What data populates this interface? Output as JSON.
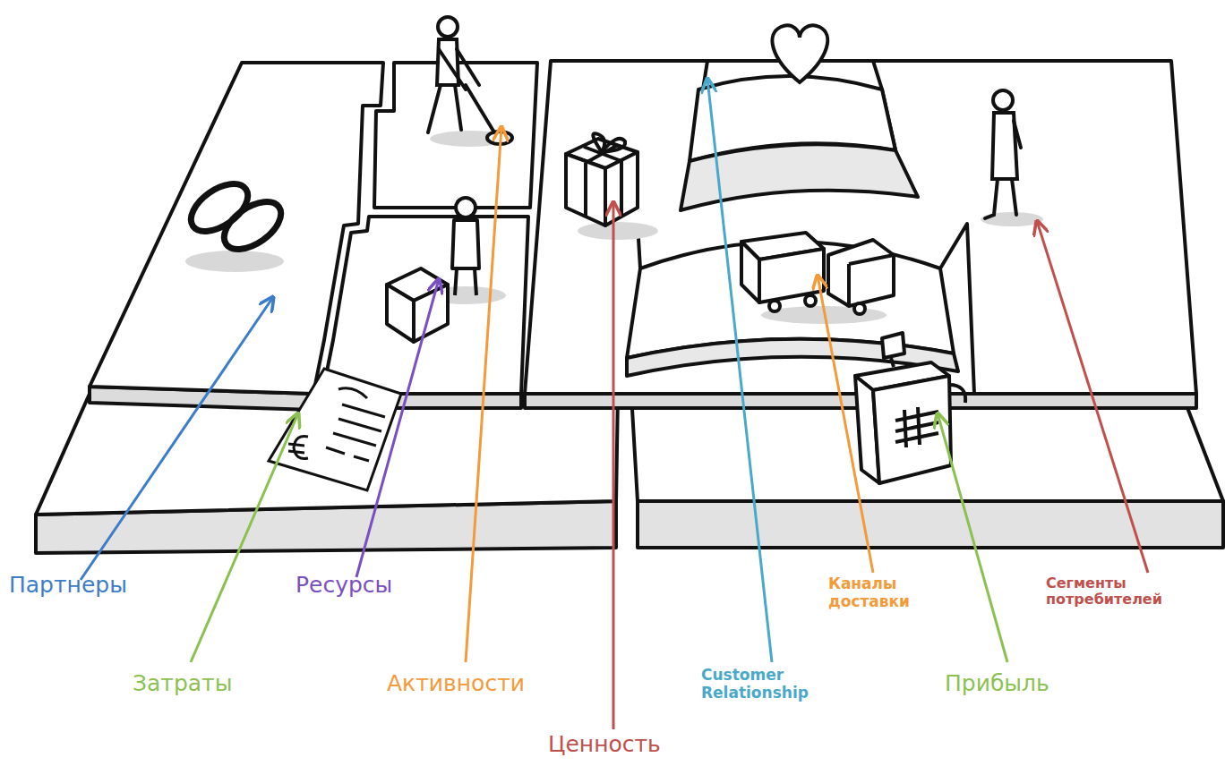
{
  "diagram": {
    "labels": [
      "Партнеры",
      "Ресурсы",
      "Каналы доставки",
      "Сегменты потребителей",
      "Затраты",
      "Активности",
      "Customer Relationship",
      "Прибыль",
      "Ценность"
    ]
  }
}
